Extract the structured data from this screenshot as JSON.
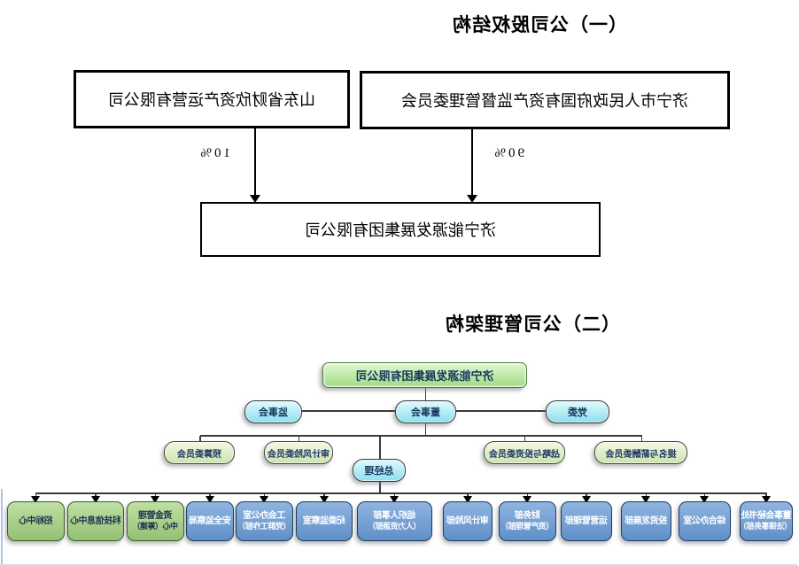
{
  "section1": {
    "title": "（一）公司股权结构",
    "shareholder_sasac": {
      "name": "济宁市人民政府国有资产监督管理委员会",
      "share": "90%"
    },
    "shareholder_caixin": {
      "name": "山东省财欣资产运营有限公司",
      "share": "10%"
    },
    "company": "济宁能源发展集团有限公司"
  },
  "section2": {
    "title": "（二）公司管理架构",
    "root": "济宁能源发展集团有限公司",
    "party_committee": "党委",
    "board": "董事会",
    "supervisory_board": "监事会",
    "general_manager": "总经理",
    "committees": [
      {
        "label": "提名与薪酬委员会"
      },
      {
        "label": "战略与投资委员会"
      },
      {
        "label": "审计风险委员会"
      },
      {
        "label": "预算委员会"
      }
    ],
    "departments": [
      {
        "line1": "董事会秘书处",
        "line2": "（法律事务部）",
        "color": "blue"
      },
      {
        "line1": "综合办公室",
        "color": "blue"
      },
      {
        "line1": "投资发展部",
        "color": "blue"
      },
      {
        "line1": "运营管理部",
        "color": "blue"
      },
      {
        "line1": "财务部",
        "line2": "（资产管理部）",
        "color": "blue"
      },
      {
        "line1": "审计风险部",
        "color": "blue"
      },
      {
        "line1": "组织人事部",
        "line2": "（人力资源部）",
        "color": "blue"
      },
      {
        "line1": "纪委监察室",
        "color": "blue"
      },
      {
        "line1": "工会办公室",
        "line2": "（党群工作部）",
        "color": "blue"
      },
      {
        "line1": "安全监察局",
        "color": "blue"
      },
      {
        "line1": "资金管理",
        "line2": "中心（筹建）",
        "color": "green"
      },
      {
        "line1": "科技信息中心",
        "color": "green"
      },
      {
        "line1": "招标中心",
        "color": "green"
      }
    ]
  },
  "colors": {
    "root_node_fill_top": "#e2f8d2",
    "root_node_fill_bottom": "#9fdb82",
    "governance_pill_fill_top": "#e0fafd",
    "governance_pill_fill_bottom": "#8ddfee",
    "committee_pill_fill_top": "#f2f9e4",
    "committee_pill_fill_bottom": "#cde3ad",
    "department_blue": "#6f9fd2",
    "department_green": "#a4cf87",
    "connector_line": "#3a3a3a",
    "box_border": "#000000",
    "dark_text": "#17375e"
  },
  "orientation_note": "page rendered horizontally mirrored"
}
